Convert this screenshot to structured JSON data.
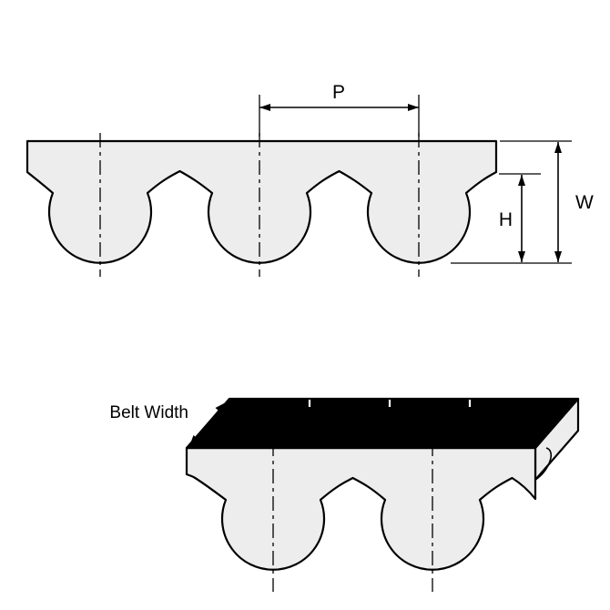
{
  "figure": {
    "labels": {
      "pitch": "P",
      "width": "W",
      "height": "H",
      "belt_width": "Belt Width"
    },
    "colors": {
      "outline": "#000000",
      "belt_fill": "#ededed",
      "top_face_fill": "#000000",
      "background": "#ffffff"
    }
  }
}
